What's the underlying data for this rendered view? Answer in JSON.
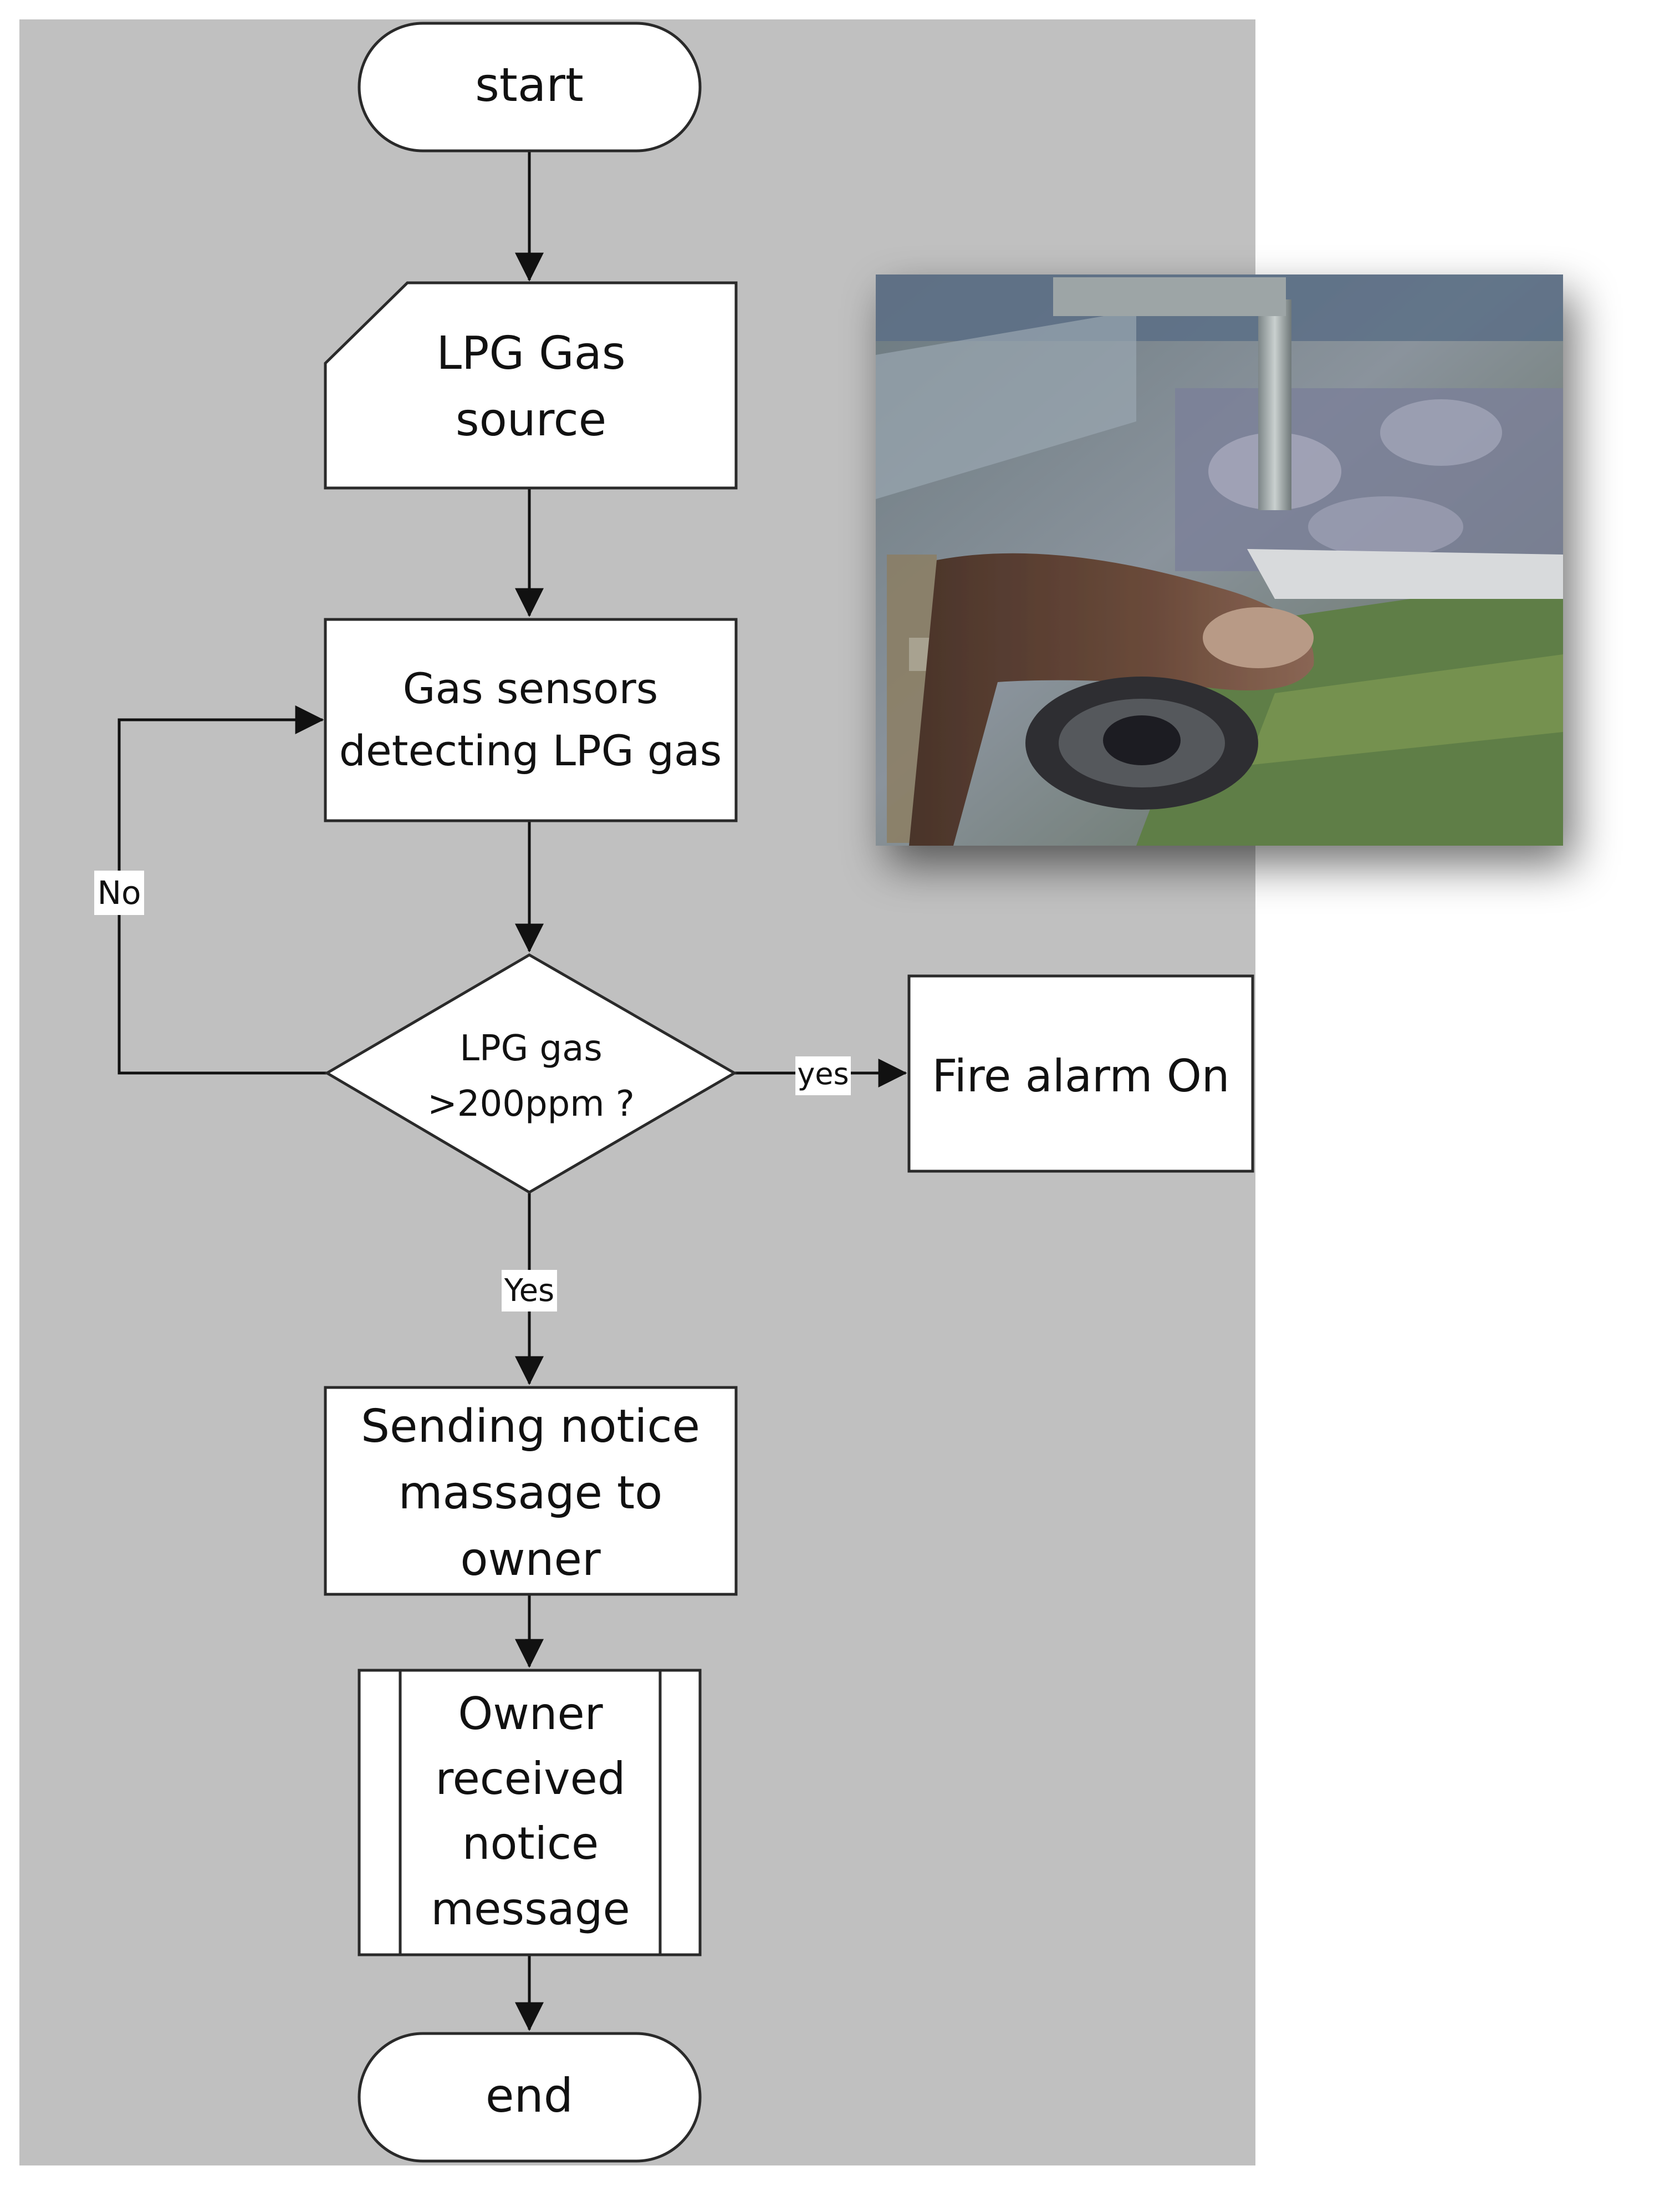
{
  "colors": {
    "panel_background": "#c0c0c0",
    "page_background": "#ffffff",
    "shape_fill": "#ffffff",
    "line": "#111111"
  },
  "nodes": {
    "start": {
      "label": "start"
    },
    "gas_source": {
      "label_line1": "LPG Gas",
      "label_line2": "source"
    },
    "sensors": {
      "label_line1": "Gas sensors",
      "label_line2": "detecting LPG gas"
    },
    "decision": {
      "label_line1": "LPG gas",
      "label_line2": ">200ppm ?"
    },
    "fire_alarm": {
      "label": "Fire alarm On"
    },
    "sending": {
      "label_line1": "Sending notice",
      "label_line2": "massage to",
      "label_line3": "owner"
    },
    "received": {
      "label_line1": "Owner",
      "label_line2": "received",
      "label_line3": "notice",
      "label_line4": "message"
    },
    "end": {
      "label": "end"
    }
  },
  "edges": {
    "no_label": "No",
    "yes_right_label": "yes",
    "yes_down_label": "Yes"
  }
}
